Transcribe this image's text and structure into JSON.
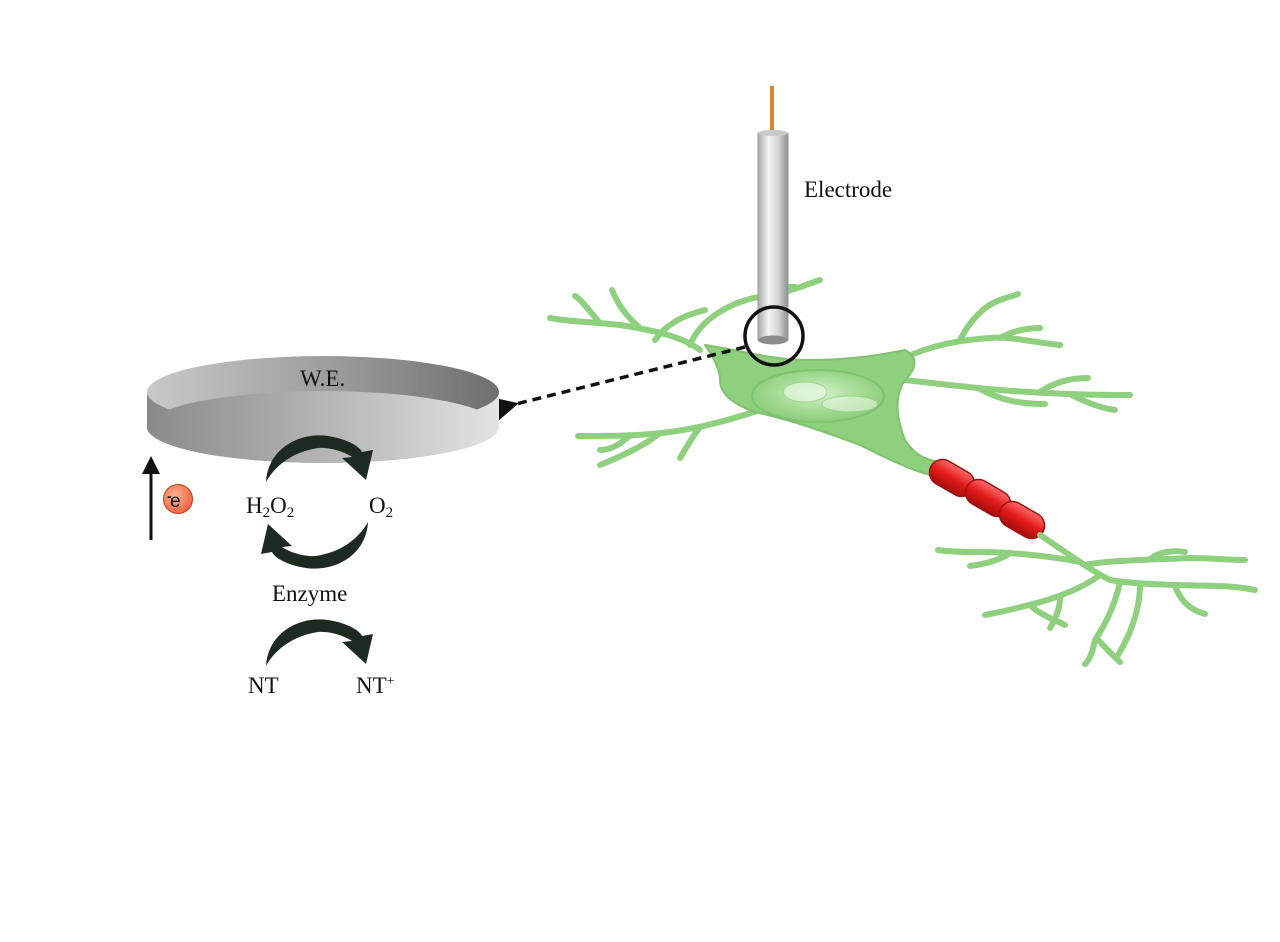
{
  "labels": {
    "electrode": "Electrode",
    "working_electrode": "W.E.",
    "electron_symbol": "e",
    "electron_charge": "-",
    "h2o2_h": "H",
    "h2o2_sub1": "2",
    "h2o2_o": "O",
    "h2o2_sub2": "2",
    "o2_o": "O",
    "o2_sub": "2",
    "enzyme": "Enzyme",
    "nt": "NT",
    "nt_plus_base": "NT",
    "nt_plus_charge": "+"
  },
  "colors": {
    "neuron": "#8fd07f",
    "neuron_outline": "#6fb55f",
    "myelin": "#e01e1e",
    "electrode_body": "#d9d9d9",
    "electrode_wire": "#d98a2b",
    "working_electrode": "#9a9a9a",
    "arrows": "#1c2a22",
    "electron_ball": "#f06a45"
  }
}
